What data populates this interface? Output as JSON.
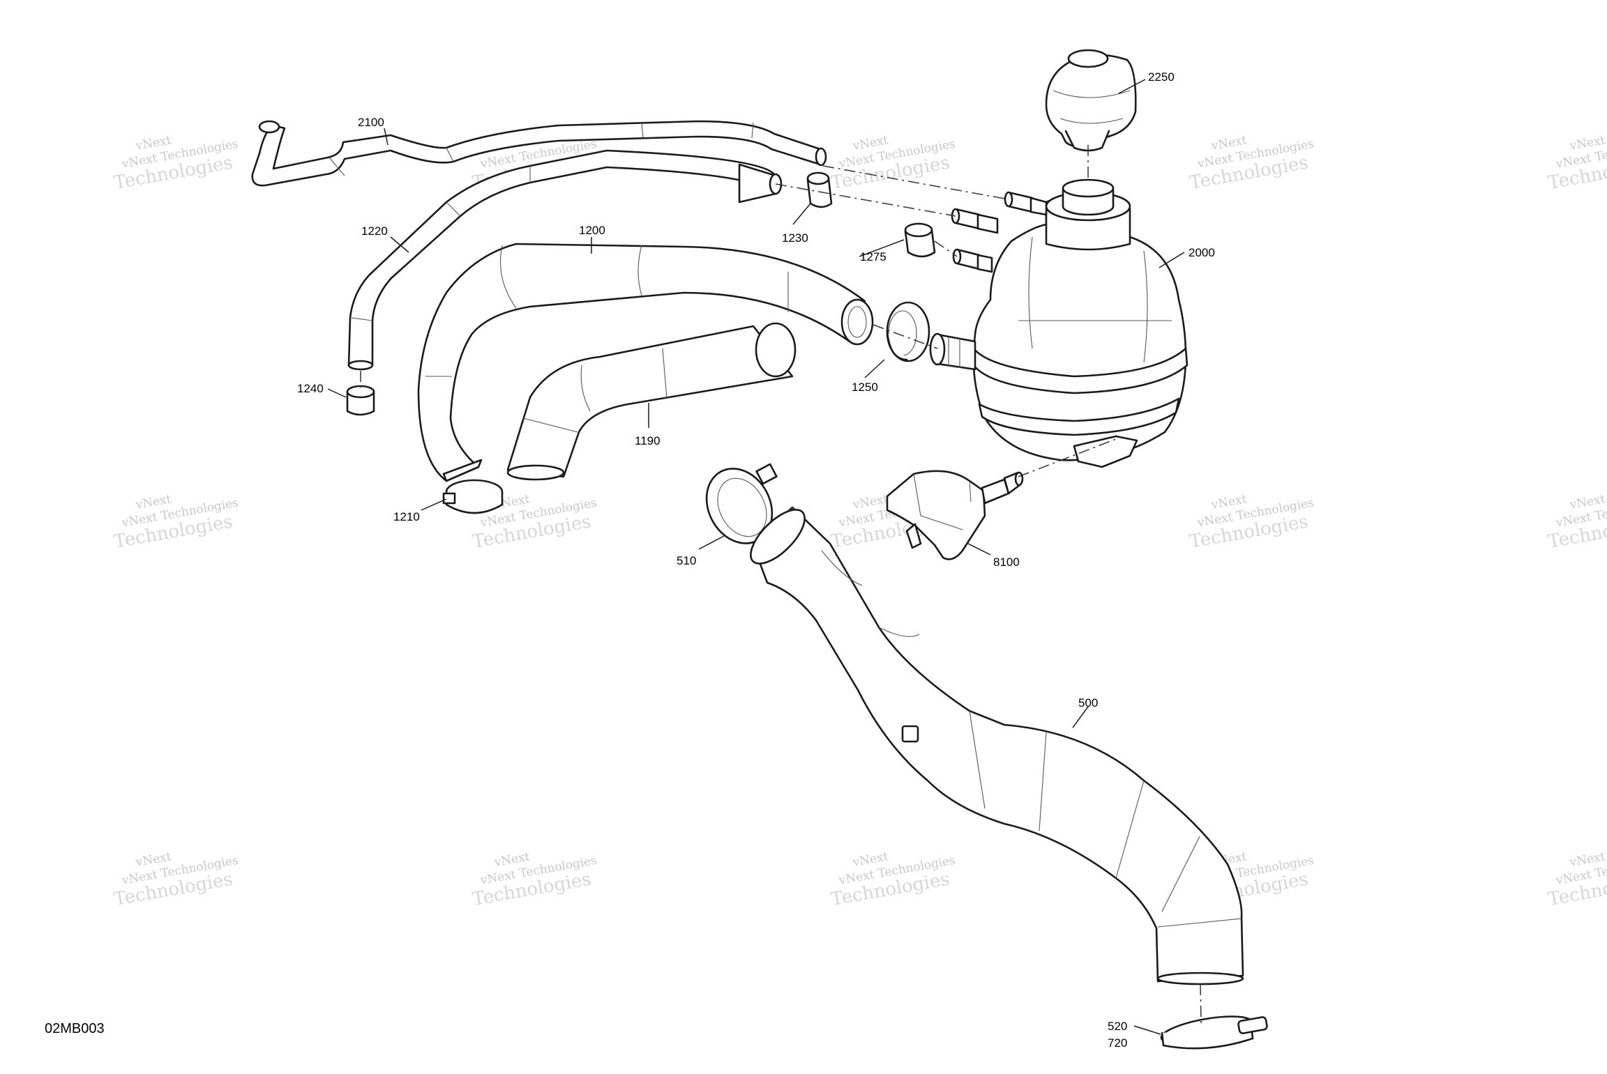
{
  "diagram": {
    "reference_code": "02MB003",
    "watermark": {
      "line1": "vNext Technologies",
      "line2": "Technologies",
      "arc": "vNext"
    },
    "callouts": [
      {
        "id": "2100",
        "label": "2100"
      },
      {
        "id": "2250",
        "label": "2250"
      },
      {
        "id": "1220",
        "label": "1220"
      },
      {
        "id": "1200",
        "label": "1200"
      },
      {
        "id": "1230",
        "label": "1230"
      },
      {
        "id": "1275",
        "label": "1275"
      },
      {
        "id": "2000",
        "label": "2000"
      },
      {
        "id": "1240",
        "label": "1240"
      },
      {
        "id": "1250",
        "label": "1250"
      },
      {
        "id": "1190",
        "label": "1190"
      },
      {
        "id": "1210",
        "label": "1210"
      },
      {
        "id": "510",
        "label": "510"
      },
      {
        "id": "8100",
        "label": "8100"
      },
      {
        "id": "500",
        "label": "500"
      },
      {
        "id": "520",
        "label": "520"
      },
      {
        "id": "720",
        "label": "720"
      }
    ]
  }
}
